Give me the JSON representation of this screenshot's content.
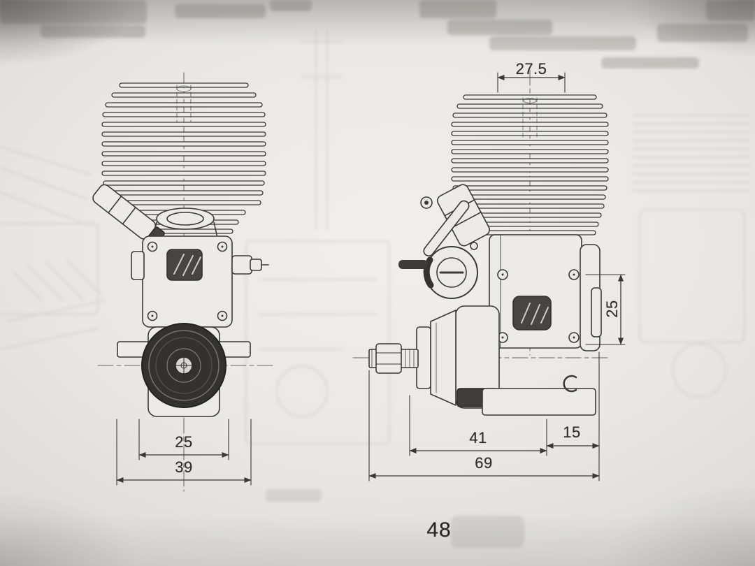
{
  "page": {
    "number": "48"
  },
  "dimensions": {
    "front_view": {
      "case_width": "25",
      "mount_width": "39"
    },
    "side_view": {
      "head_width": "27.5",
      "mount_height": "25",
      "front_length": "41",
      "rear_length": "15",
      "overall_length": "69"
    }
  }
}
